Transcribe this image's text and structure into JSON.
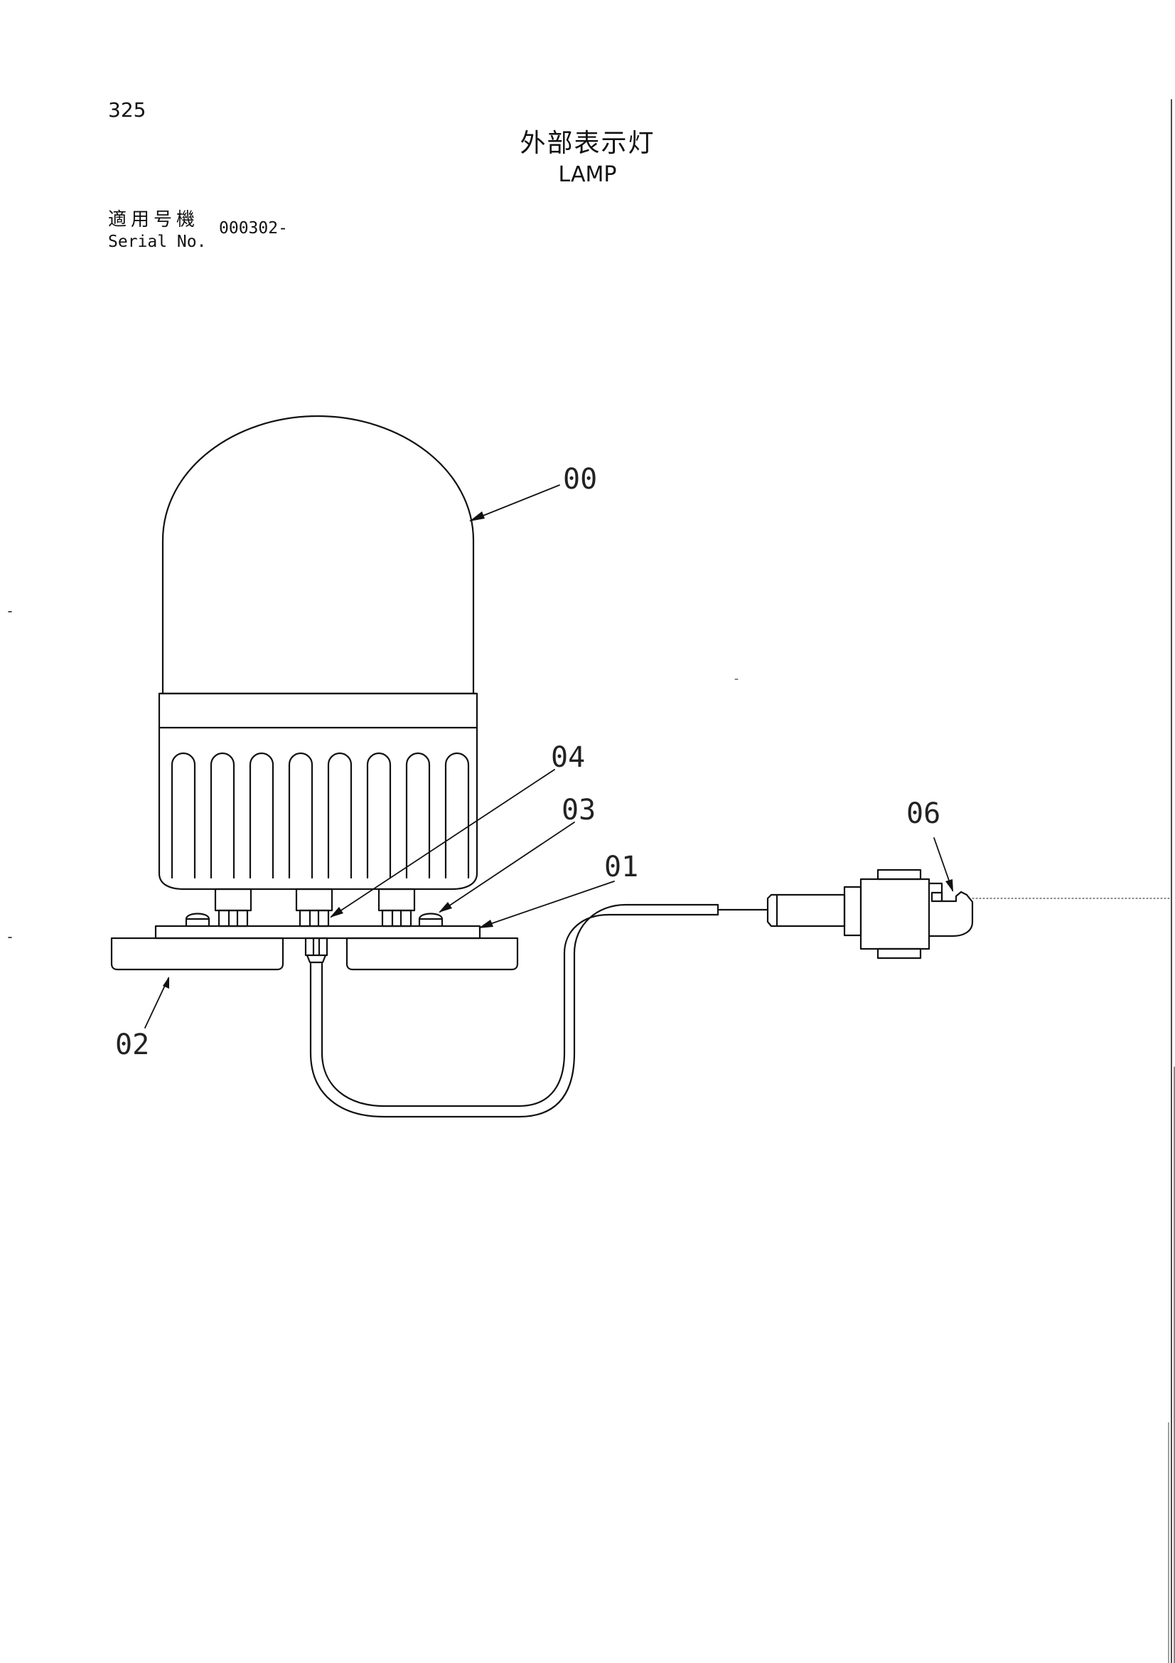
{
  "page": {
    "number": "325",
    "title_jp": "外部表示灯",
    "title_en": "LAMP"
  },
  "serial": {
    "label_jp": "適用号機",
    "label_en": "Serial No.",
    "value": "000302-"
  },
  "callouts": {
    "c00": "00",
    "c01": "01",
    "c02": "02",
    "c03": "03",
    "c04": "04",
    "c06": "06"
  },
  "colors": {
    "line": "#111111",
    "paper": "#ffffff"
  }
}
